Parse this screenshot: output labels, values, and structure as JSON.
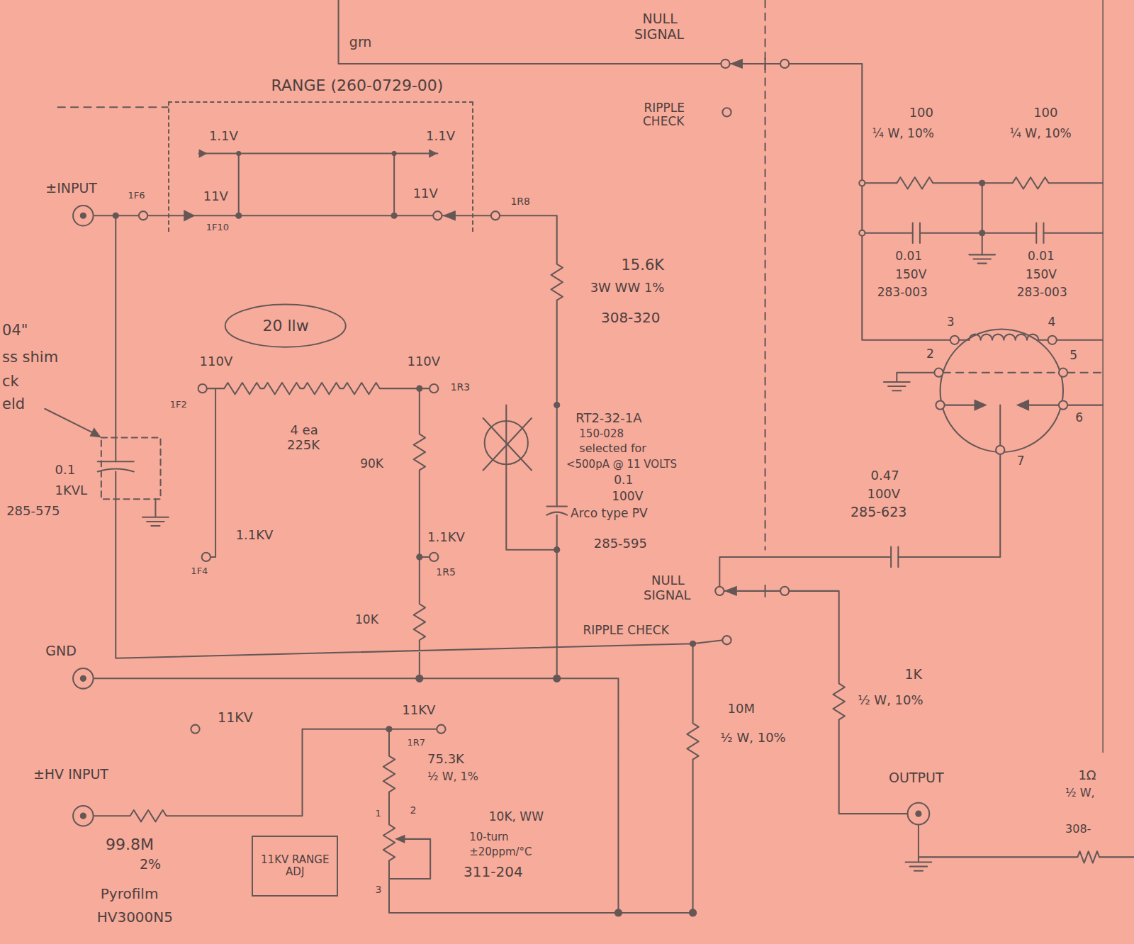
{
  "diagram": {
    "nodes": [
      {
        "text": [
          "RANGE (260-0729-00)"
        ]
      },
      {
        "text": [
          "11KV RANGE ADJ"
        ]
      },
      {
        "text": [
          "20 llw"
        ]
      }
    ],
    "labels": [
      "grn",
      "NULL SIGNAL",
      "RIPPLE CHECK",
      "04\"",
      "ss shim",
      "ck",
      "eld",
      "±INPUT",
      "1F6",
      "1.1V",
      "1.1V",
      "11V",
      "1F10",
      "11V",
      "1R8",
      "15.6K",
      "3W WW 1%",
      "308-320",
      "110V",
      "110V",
      "1F2",
      "1R3",
      "4 ea 225K",
      "90K",
      "1.1KV",
      "1.1KV",
      "1R5",
      "1F4",
      "10K",
      "0.1",
      "1KVL",
      "285-575",
      "RT2-32-1A",
      "150-028",
      "selected for",
      "<500pA @ 11 VOLTS",
      "0.1",
      "100V",
      "Arco type PV",
      "285-595",
      "0.47",
      "100V",
      "285-623",
      "100",
      "¼ W, 10%",
      "100",
      "¼ W, 10%",
      "0.01",
      "150V",
      "283-003",
      "0.01",
      "150V",
      "283-003",
      "3",
      "4",
      "2",
      "5",
      "6",
      "7",
      "NULL SIGNAL",
      "RIPPLE CHECK",
      "GND",
      "11KV",
      "11KV",
      "1R7",
      "75.3K",
      "½ W, 1%",
      "1",
      "2",
      "3",
      "10K, WW",
      "10-turn",
      "±20ppm/°C",
      "311-204",
      "10M",
      "½ W, 10%",
      "1K",
      "½ W, 10%",
      "OUTPUT",
      "±HV INPUT",
      "99.8M",
      "2%",
      "Pyrofilm",
      "HV3000N5",
      "1Ω",
      "½ W,",
      "308-"
    ]
  }
}
